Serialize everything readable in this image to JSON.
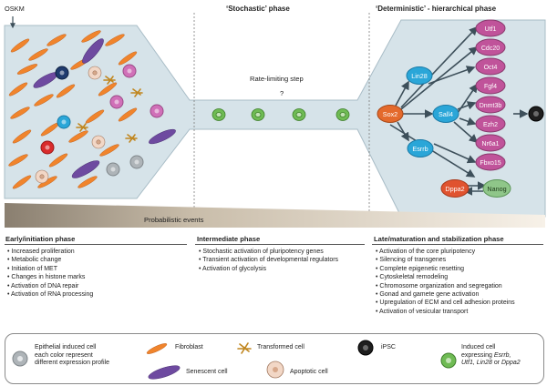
{
  "oskm_label": "OSKM",
  "phases": {
    "stochastic": "‘Stochastic’ phase",
    "deterministic": "‘Deterministic’ - hierarchical phase"
  },
  "rate_limiting": "Rate-limiting step",
  "question_mark": "?",
  "probabilistic_events": "Probabilistic events",
  "network_nodes": {
    "sox2": "Sox2",
    "lin28": "Lin28",
    "sall4": "Sall4",
    "esrrb": "Esrrb",
    "dppa2": "Dppa2",
    "nanog": "Nanog",
    "utf1": "Utf1",
    "cdc20": "Cdc20",
    "oct4": "Oct4",
    "fgf4": "Fgf4",
    "dnmt3b": "Dnmt3b",
    "ezh2": "Ezh2",
    "nr6a1": "Nr6a1",
    "fbxo15": "Fbxo15"
  },
  "sections": {
    "early": {
      "title": "Early/initiation phase",
      "items": [
        "Increased proliferation",
        "Metabolic change",
        "Initiation of MET",
        "Changes in histone marks",
        "Activation of DNA repair",
        "Activation of RNA processing"
      ]
    },
    "intermediate": {
      "title": "Intermediate phase",
      "items": [
        "Stochastic activation of pluripotency genes",
        "Transient activation of developmental regulators",
        "Activation of glycolysis"
      ]
    },
    "late": {
      "title": "Late/maturation and stabilization phase",
      "items": [
        "Activation of the core pluripotency",
        "Silencing of transgenes",
        "Complete epigenetic resetting",
        "Cytoskeletal remodeling",
        "Chromosome organization and segregation",
        "Gonad and gamete gene activation",
        "Upregulation of ECM and cell adhesion proteins",
        "Activation of vesicular transport"
      ]
    }
  },
  "legend": {
    "epithelial_1": "Epithelial induced cell",
    "epithelial_2": "each color represent",
    "epithelial_3": "different expression profile",
    "fibroblast": "Fibroblast",
    "senescent": "Senescent cell",
    "transformed": "Transformed cell",
    "apoptotic": "Apoptotic cell",
    "ipsc": "iPSC",
    "induced_1": "Induced cell",
    "induced_2": "expressing",
    "induced_genes_a": "Esrrb,",
    "induced_genes_b": "Utf1, Lin28",
    "induced_or": "or",
    "induced_genes_c": "Dppa2"
  },
  "colors": {
    "tube": "#d6e3e9",
    "fibroblast": "#f0842c",
    "senescent": "#6e4aa0",
    "epithelial_blue": "#2aa6d8",
    "epithelial_grey": "#aeb4b8",
    "epithelial_pink": "#d070b8",
    "epithelial_red": "#d92b2b",
    "epithelial_navy": "#1f3b6e",
    "transformed": "#e0a83a",
    "induced_green": "#6fbb54",
    "sox2": "#e46a2c",
    "magenta_node": "#c0539a",
    "nanog_node": "#8fc689",
    "dppa2_node": "#e0532f",
    "ipsc": "#1e1e1e"
  }
}
